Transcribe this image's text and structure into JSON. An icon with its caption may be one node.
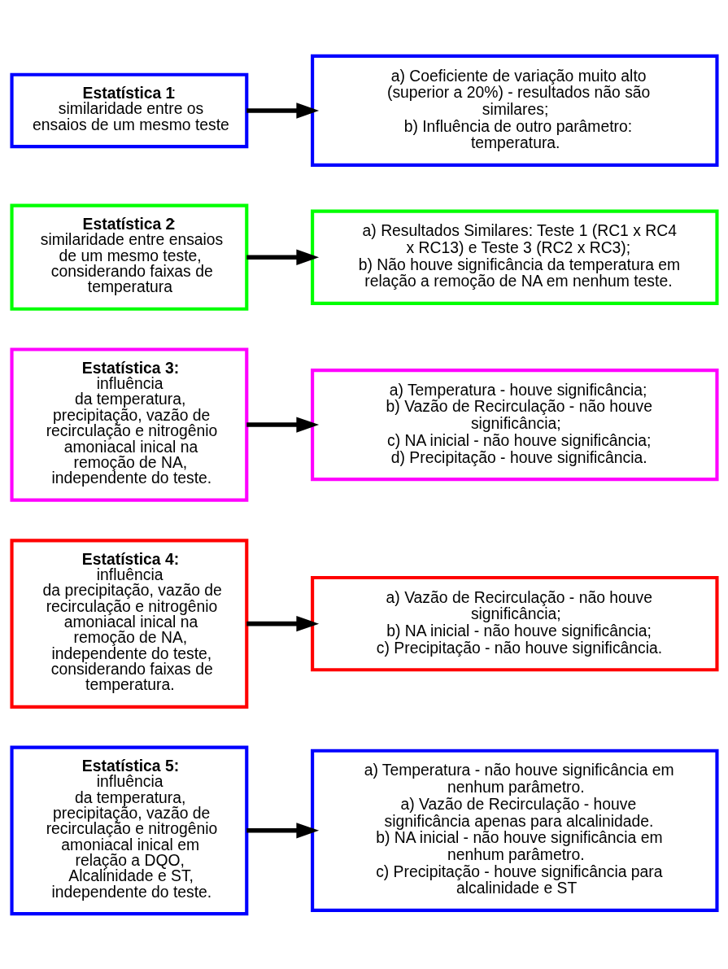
{
  "diagram": {
    "nodes": [
      {
        "text": [
          "**Estatística 1**: similaridade entre os ensaios de um mesmo teste"
        ]
      },
      {
        "text": [
          "a) Coeficiente de variação muito alto (superior a 20%) - resultados não são similares;",
          "b) Influência de outro parâmetro: temperatura."
        ]
      },
      {
        "text": [
          "**Estatística 2**: similaridade entre ensaios de um mesmo teste, considerando faixas de temperatura"
        ]
      },
      {
        "text": [
          "a) Resultados Similares: Teste 1 (RC1 x RC4 x RC13) e Teste 3 (RC2 x RC3);",
          "b) Não houve significância da temperatura em relação a remoção de NA em nenhum teste."
        ]
      },
      {
        "text": [
          "**Estatística 3:** influência da temperatura, precipitação, vazão de recirculação e nitrogênio amoniacal inical na remoção de NA, independente do teste."
        ]
      },
      {
        "text": [
          "a) Temperatura - houve significância;",
          "b) Vazão de Recirculação - não houve significância;",
          "c) NA inicial - não houve significância;",
          "d) Precipitação - houve significância."
        ]
      },
      {
        "text": [
          "**Estatística 4:** influência da precipitação, vazão de recirculação e nitrogênio amoniacal inical na remoção de NA, independente do teste, considerando faixas de temperatura."
        ]
      },
      {
        "text": [
          "a) Vazão de Recirculação - não houve significância;",
          "b) NA inicial - não houve significância;",
          "c) Precipitação - não houve significância."
        ]
      },
      {
        "text": [
          "**Estatística 5:** influência da temperatura, precipitação, vazão de recirculação e nitrogênio amoniacal inical em relação a DQO, Alcalinidade e ST, independente do teste."
        ]
      },
      {
        "text": [
          "a) Temperatura - não houve significância em nenhum parâmetro.",
          "a) Vazão de Recirculação - houve significância apenas para alcalinidade.",
          "b) NA inicial - não houve significância em nenhum parâmetro.",
          "c) Precipitação - houve significância para alcalinidade e ST"
        ]
      }
    ],
    "edges": [
      {
        "from": 0,
        "to": 1,
        "arrow": "to"
      },
      {
        "from": 2,
        "to": 3,
        "arrow": "to"
      },
      {
        "from": 4,
        "to": 5,
        "arrow": "to"
      },
      {
        "from": 6,
        "to": 7,
        "arrow": "to"
      },
      {
        "from": 8,
        "to": 9,
        "arrow": "to"
      }
    ]
  }
}
